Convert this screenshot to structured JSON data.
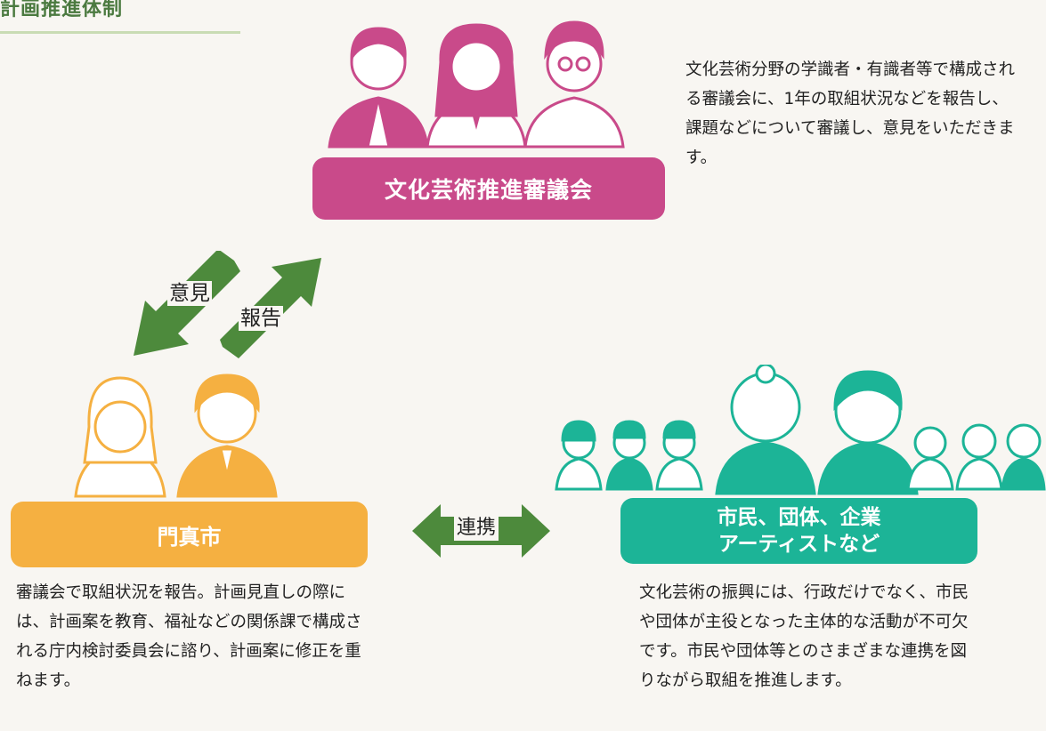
{
  "page": {
    "title": "計画推進体制"
  },
  "council": {
    "box_label": "文化芸術推進審議会",
    "description": "文化芸術分野の学識者・有識者等で構成される審議会に、1年の取組状況などを報告し、課題などについて審議し、意見をいただきます。"
  },
  "arrows": {
    "opinion": "意見",
    "report": "報告",
    "cooperation": "連携"
  },
  "city": {
    "box_label": "門真市",
    "description": "審議会で取組状況を報告。計画見直しの際には、計画案を教育、福祉などの関係課で構成される庁内検討委員会に諮り、計画案に修正を重ねます。"
  },
  "citizens": {
    "box_line1": "市民、団体、企業",
    "box_line2": "アーティストなど",
    "description": "文化芸術の振興には、行政だけでなく、市民や団体が主役となった主体的な活動が不可欠です。市民や団体等とのさまざまな連携を図りながら取組を推進します。"
  },
  "colors": {
    "council": "#c94a8a",
    "city": "#f5b041",
    "citizens": "#1cb497",
    "arrow": "#4d8a3c",
    "title": "#4b7a40"
  },
  "icons": [
    "council-members-illustration",
    "city-staff-illustration",
    "citizens-group-illustration"
  ]
}
